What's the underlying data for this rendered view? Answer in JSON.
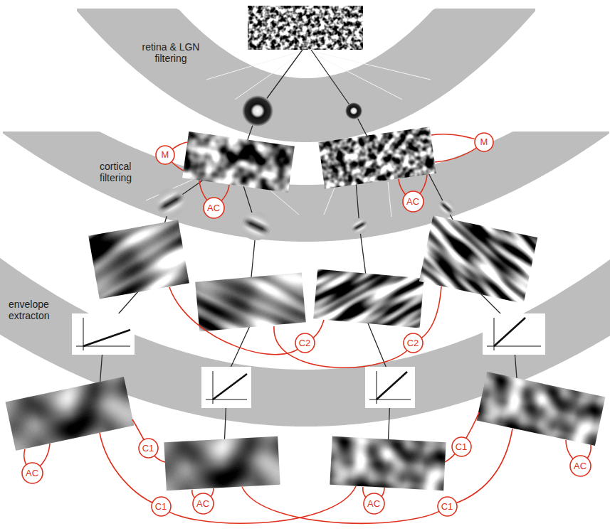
{
  "diagram": {
    "nodes": [
      {
        "text": [
          "retina & LGN filtering"
        ]
      },
      {
        "text": [
          "M"
        ]
      },
      {
        "text": [
          "M"
        ]
      },
      {
        "text": [
          "AC"
        ]
      },
      {
        "text": [
          "AC"
        ]
      },
      {
        "text": [
          "cortical filtering"
        ]
      },
      {
        "text": [
          "C2"
        ]
      },
      {
        "text": [
          "C2"
        ]
      },
      {
        "text": [
          "envelope extracton"
        ]
      },
      {
        "text": [
          "AC"
        ]
      },
      {
        "text": [
          "C1"
        ]
      },
      {
        "text": [
          "AC"
        ]
      },
      {
        "text": [
          "AC"
        ]
      },
      {
        "text": [
          "C1"
        ]
      },
      {
        "text": [
          "AC"
        ]
      },
      {
        "text": [
          "C1"
        ]
      },
      {
        "text": [
          "C1"
        ]
      }
    ]
  }
}
